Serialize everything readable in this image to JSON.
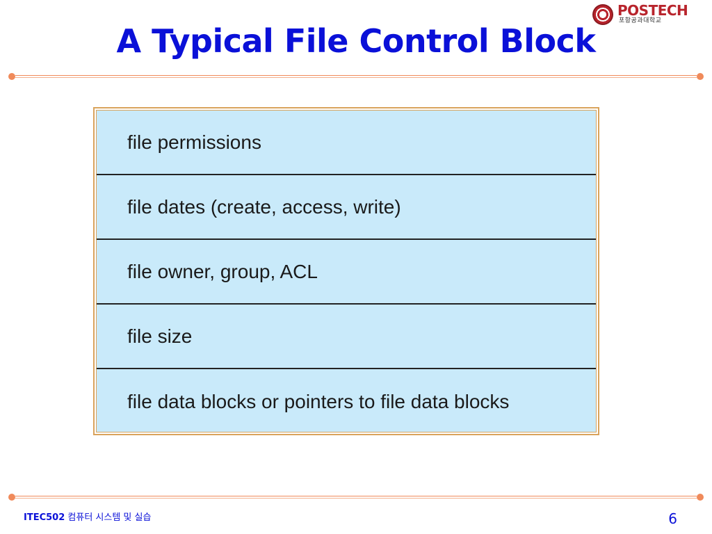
{
  "slide": {
    "title": "A Typical File Control Block",
    "logo": {
      "name": "POSTECH",
      "subtitle": "포항공과대학교"
    },
    "fcb_fields": [
      "file permissions",
      "file dates (create, access, write)",
      "file owner, group, ACL",
      "file size",
      "file data blocks or pointers to file data blocks"
    ],
    "footer": {
      "course_code": "ITEC502",
      "course_name": "컴퓨터 시스템 및 실습",
      "page_number": "6"
    }
  },
  "colors": {
    "title": "#0a10d8",
    "rule": "#f08a5a",
    "box_fill": "#c9eafa",
    "box_border": "#d9a35c",
    "logo": "#b8242c"
  },
  "icons": {
    "logo_seal": "university-seal-icon"
  }
}
